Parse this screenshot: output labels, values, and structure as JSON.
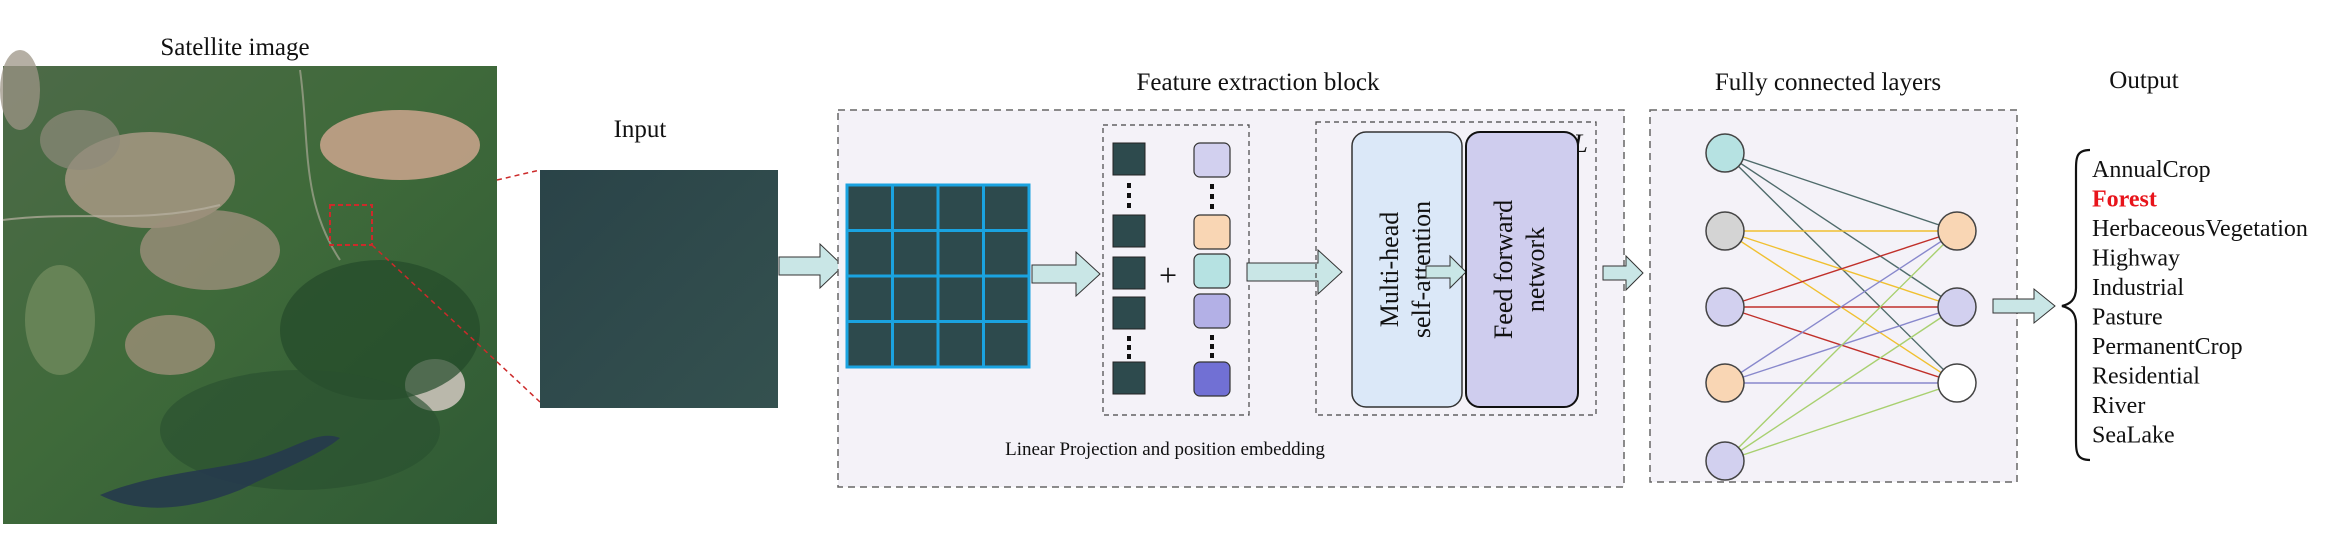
{
  "headings": {
    "satellite": "Satellite image",
    "input": "Input",
    "feature_block": "Feature extraction  block",
    "fc_layers": "Fully connected layers",
    "output": "Output"
  },
  "feature_block": {
    "projection_caption": "Linear Projection and position embedding",
    "plus_symbol": "+",
    "attention_line1": "Multi-head",
    "attention_line2": "self-attention",
    "ffn_line1": "Feed forward",
    "ffn_line2": "network",
    "repeat_times": "× ",
    "repeat_var": "L"
  },
  "output": {
    "classes": [
      "AnnualCrop",
      "Forest",
      "HerbaceousVegetation",
      "Highway",
      "Industrial",
      "Pasture",
      "PermanentCrop",
      "Residential",
      "River",
      "SeaLake"
    ],
    "highlighted": "Forest",
    "highlight_color": "#e8141b"
  },
  "colors": {
    "arrow_fill": "#c9e6e6",
    "patch_grid_line": "#1aa3e0",
    "attention_fill": "#dbe8f8",
    "ffn_fill": "#cfcdee",
    "block_bg": "#f4f2f8",
    "node_teal": "#b6e2e2",
    "node_gray": "#d4d4d4",
    "node_lavender": "#d2d0ef",
    "node_peach": "#f9d6b4",
    "node_white": "#ffffff",
    "node_dark_lavender": "#7170d4"
  }
}
